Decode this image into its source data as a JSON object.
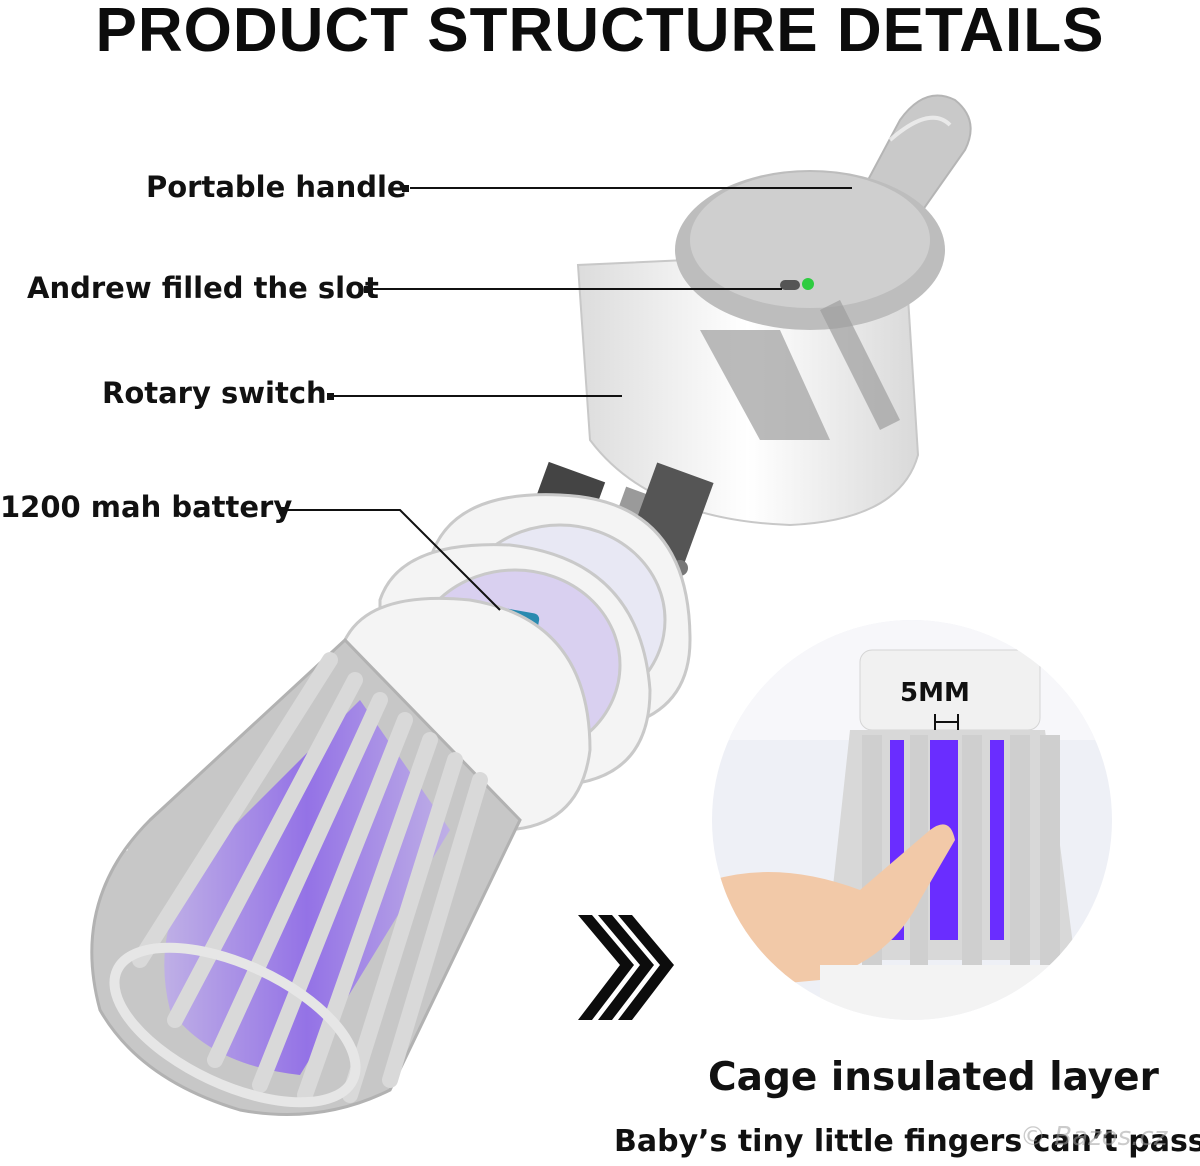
{
  "title": "PRODUCT STRUCTURE DETAILS",
  "callouts": [
    {
      "id": "handle",
      "label": "Portable handle"
    },
    {
      "id": "slot",
      "label": "Andrew filled the slot"
    },
    {
      "id": "switch",
      "label": "Rotary switch"
    },
    {
      "id": "battery",
      "label": "1200 mah battery"
    }
  ],
  "detail": {
    "gap_label": "5MM",
    "caption": "Cage insulated layer",
    "subcaption": "Baby’s tiny little fingers can’t pass"
  },
  "watermark": "© Bazos.cz",
  "colors": {
    "uv_purple": "#8a5cf0",
    "housing_white": "#f4f4f4",
    "housing_gray": "#c8c8c8",
    "indicator_green": "#2ecc40"
  }
}
